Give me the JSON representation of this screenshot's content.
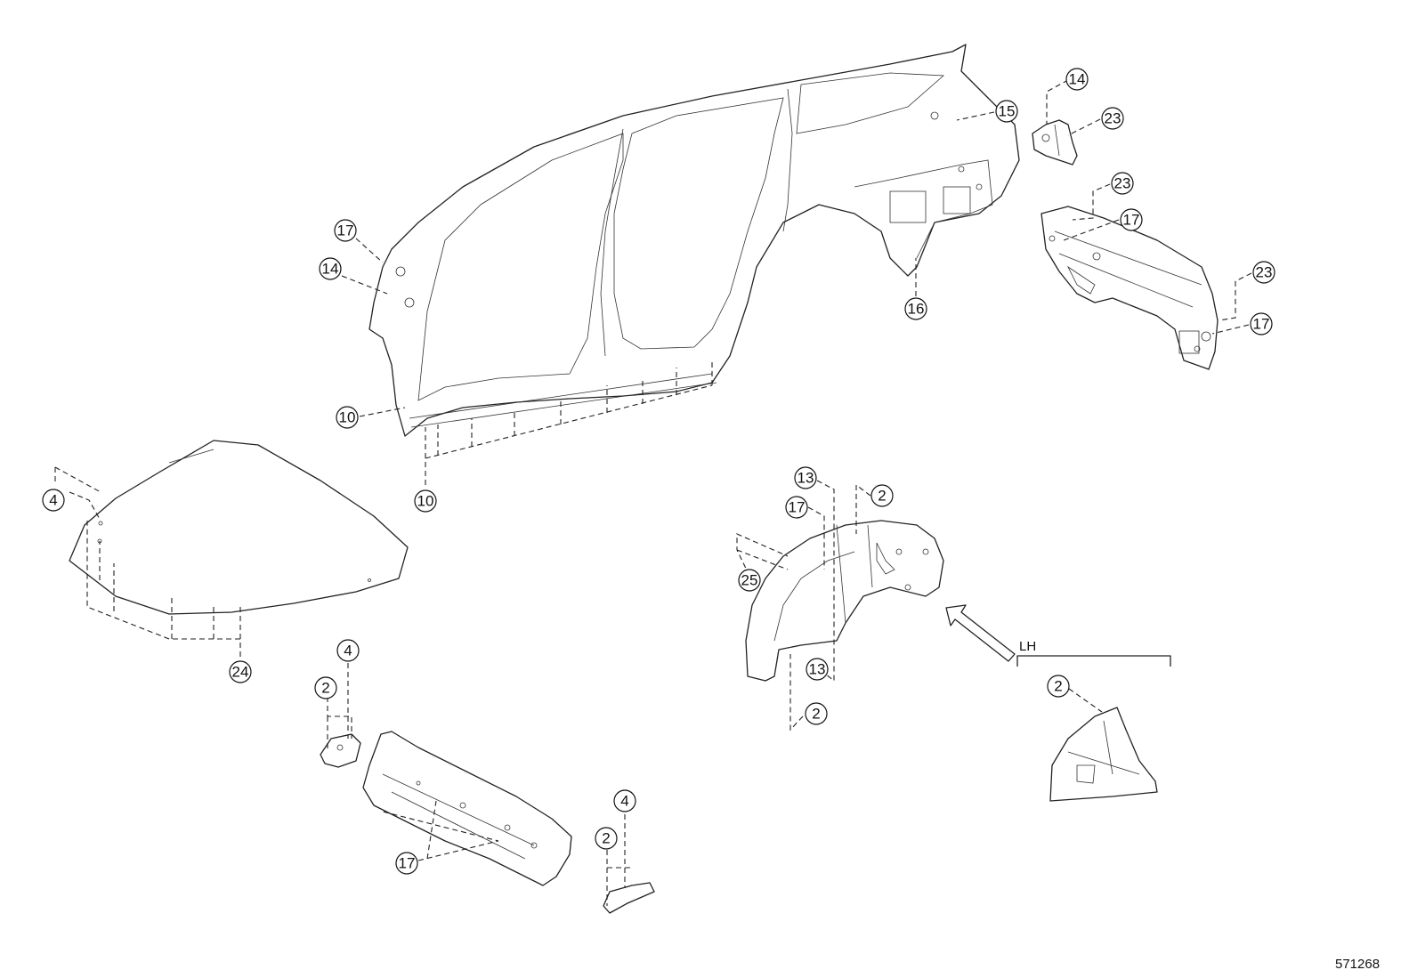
{
  "callouts": {
    "c14_tr": "14",
    "c23_tr": "23",
    "c15": "15",
    "c23_r1": "23",
    "c17_r1": "17",
    "c23_r2": "23",
    "c17_r2": "17",
    "c16": "16",
    "c17_l": "17",
    "c14_l": "14",
    "c10_a": "10",
    "c10_b": "10",
    "c4_hood": "4",
    "c24": "24",
    "c13_a": "13",
    "c2_a": "2",
    "c17_m": "17",
    "c25": "25",
    "c13_b": "13",
    "c2_b": "2",
    "c2_lh": "2",
    "c4_cl": "4",
    "c2_cl": "2",
    "c17_cowl": "17",
    "c4_cr": "4",
    "c2_cr": "2"
  },
  "lh_label": "LH",
  "figure_id": "571268"
}
